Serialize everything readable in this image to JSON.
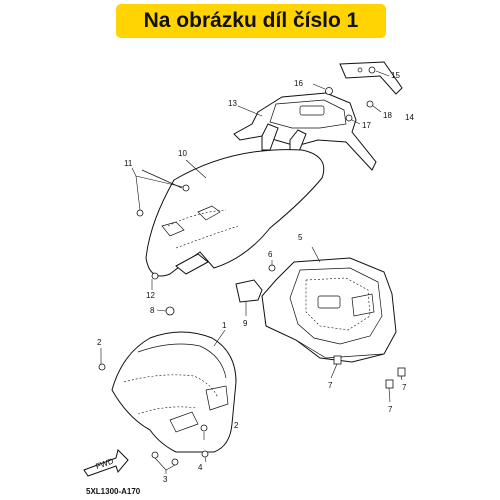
{
  "banner": {
    "text": "Na obrázku díl číslo 1",
    "color": "#FFD400"
  },
  "callouts": [
    "1",
    "2",
    "2",
    "3",
    "4",
    "5",
    "6",
    "7",
    "7",
    "7",
    "8",
    "9",
    "10",
    "11",
    "12",
    "13",
    "14",
    "15",
    "16",
    "17",
    "18"
  ],
  "diagram_code": "5XL1300-A170",
  "fwd_label": "FWD"
}
